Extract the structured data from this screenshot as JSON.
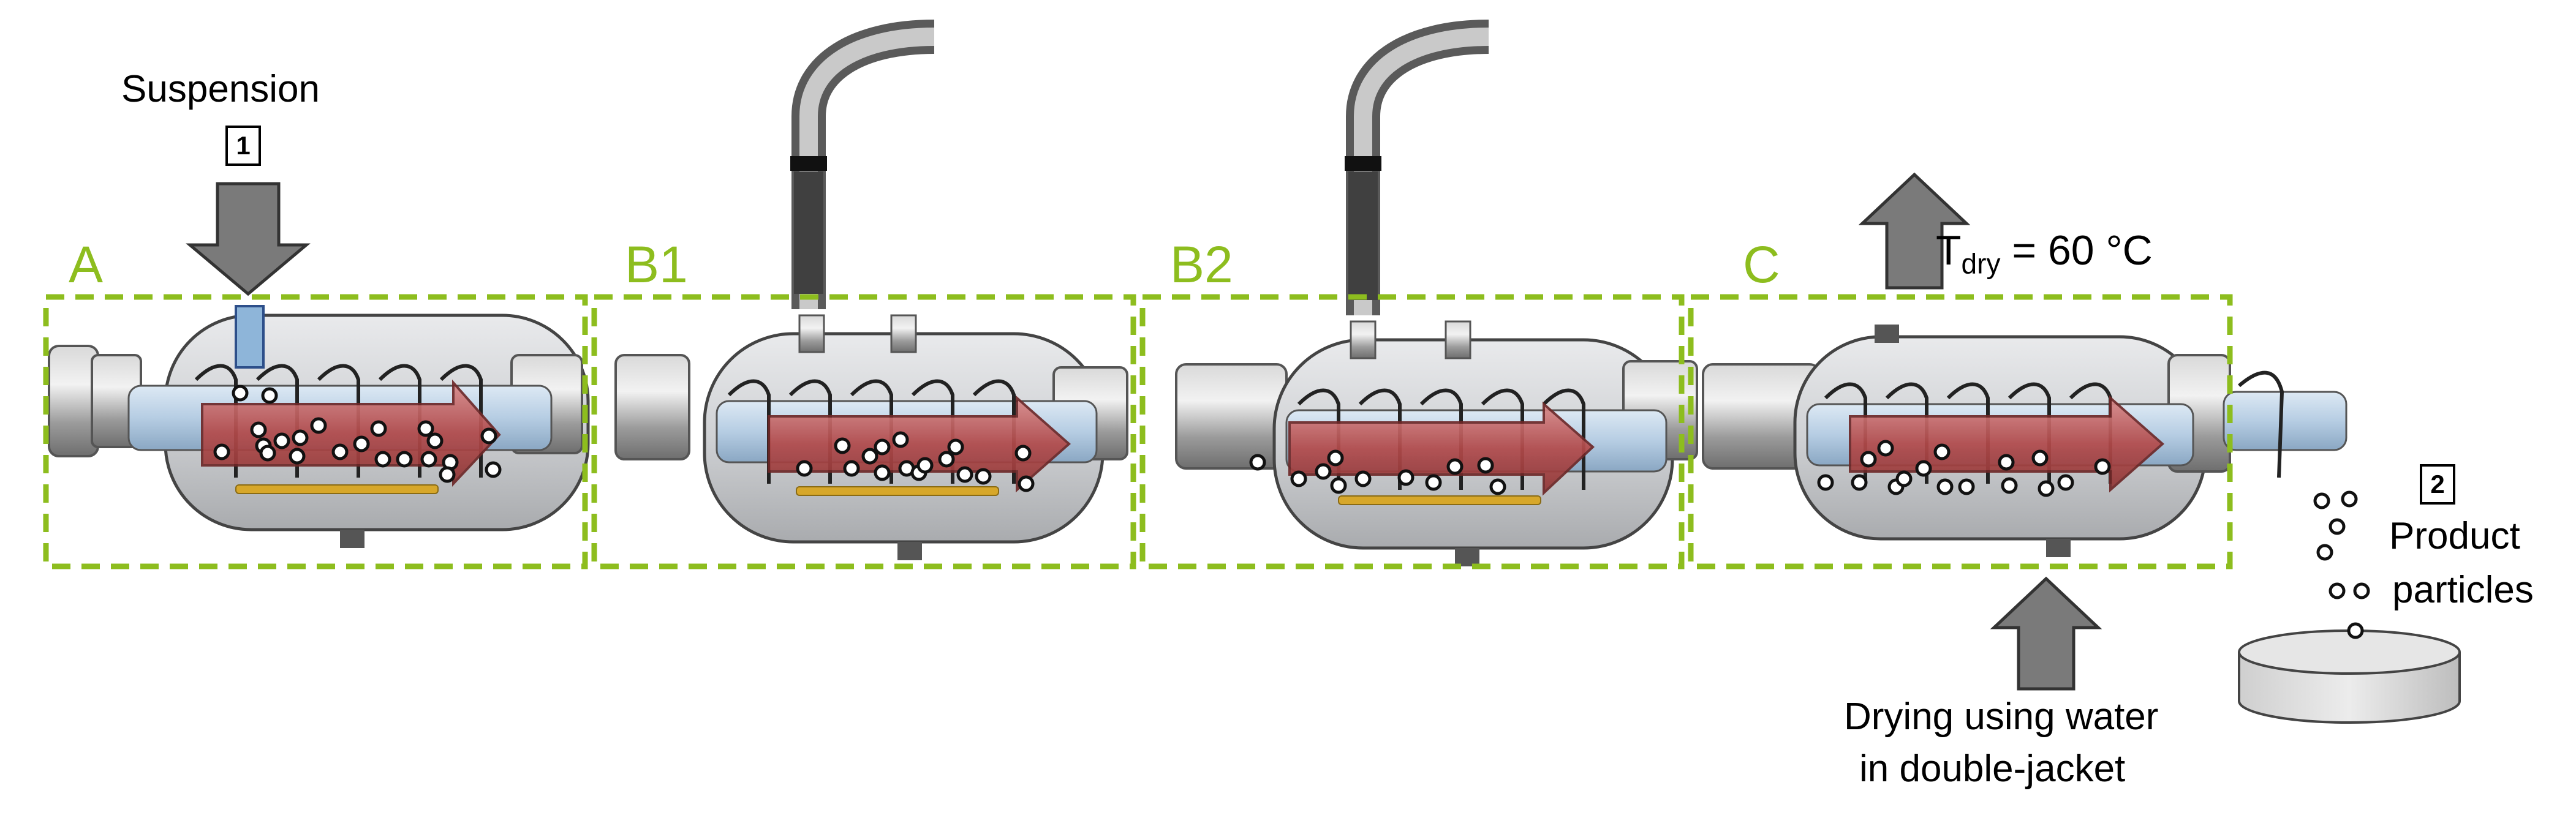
{
  "labels": {
    "suspension": "Suspension",
    "step_feed": "1",
    "step_product": "2",
    "temp_T": "T",
    "temp_sub": "dry",
    "temp_value": " = 60 °C",
    "product_line1": "Product",
    "product_line2": "particles",
    "drying_line1": "Drying using water",
    "drying_line2": "in double-jacket"
  },
  "sections": [
    {
      "id": "A",
      "label": "A"
    },
    {
      "id": "B1",
      "label": "B1"
    },
    {
      "id": "B2",
      "label": "B2"
    },
    {
      "id": "C",
      "label": "C"
    }
  ],
  "colors": {
    "section_frame": "#8dbd1e",
    "arrow_gray": "#7a7a7a",
    "flow_arrow": "#b34a4a",
    "metal": "#a9a9a9",
    "glass": "#d8dade",
    "shaft": "#bcd4ea",
    "heater_strip": "#d7a72a"
  },
  "icons": {
    "feed_arrow": "down-arrow-icon",
    "vent_arrow": "up-arrow-icon",
    "water_arrow": "up-arrow-icon",
    "flow_arrow": "right-arrow-icon",
    "collector": "dish-icon"
  }
}
